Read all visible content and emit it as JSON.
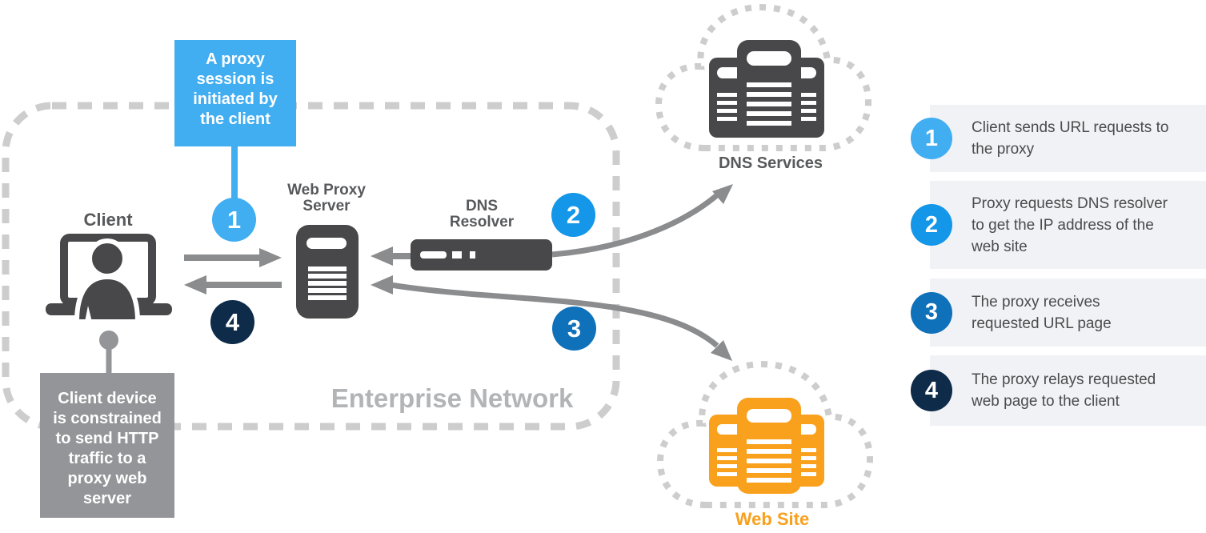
{
  "diagram": {
    "enterprise_label": "Enterprise Network",
    "client_label": "Client",
    "proxy_label": "Web Proxy\nServer",
    "resolver_label": "DNS\nResolver",
    "dns_cloud_label": "DNS Services",
    "web_cloud_label": "Web Site",
    "callout_blue": "A proxy\nsession is\ninitiated by\nthe client",
    "callout_gray": "Client device\nis constrained\nto send HTTP\ntraffic to a\nproxy web\nserver"
  },
  "legend": {
    "items": [
      {
        "number": "1",
        "text": "Client sends URL requests to\nthe proxy",
        "color": "#41aef2"
      },
      {
        "number": "2",
        "text": "Proxy requests DNS resolver\nto get the IP address of the\nweb site",
        "color": "#1497e8"
      },
      {
        "number": "3",
        "text": "The proxy receives\nrequested URL page",
        "color": "#0e71ba"
      },
      {
        "number": "4",
        "text": "The proxy relays requested\nweb page to the client",
        "color": "#0e2b49"
      }
    ]
  },
  "colors": {
    "background": "#ffffff",
    "dark_icon": "#48484a",
    "label_gray": "#58595b",
    "dash_gray": "#cdcdcd",
    "enterprise_text": "#b2b4b6",
    "arrow_gray": "#8a8c8e",
    "step1_blue": "#41aef2",
    "step2_blue": "#1497e8",
    "step3_blue": "#0e71ba",
    "step4_navy": "#0e2b49",
    "gray_callout": "#939598",
    "website_orange": "#f9a01d",
    "legend_box_bg": "#f0f2f5",
    "legend_text": "#4b4b4d"
  }
}
